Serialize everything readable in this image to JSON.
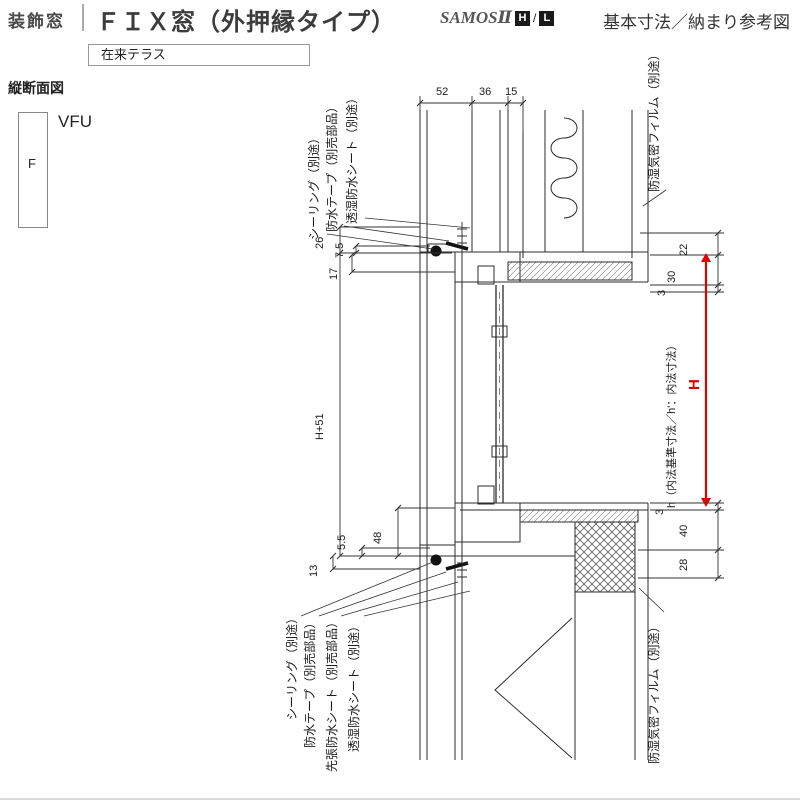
{
  "header": {
    "category": "装飾窓",
    "title": "ＦＩＸ窓（外押縁タイプ）",
    "series_name": "SAMOSⅡ",
    "series_grades": [
      "H",
      "L"
    ],
    "series_separator": "/",
    "right_note": "基本寸法／納まり参考図"
  },
  "frame_box": {
    "label": "在来テラス"
  },
  "side_panel": {
    "view_label": "縦断面図",
    "section_mark": "F",
    "model_code": "VFU"
  },
  "drawing": {
    "accent_color": "#dd0000",
    "top_dims": {
      "d52": "52",
      "d36": "36",
      "d15": "15"
    },
    "left_dims": {
      "d26": "26",
      "d7_5": "7.5",
      "d17": "17",
      "h_plus": "H+51",
      "d48": "48",
      "d5_5": "5.5",
      "d13": "13"
    },
    "right_dims": {
      "d22": "22",
      "d30": "30",
      "d3_top": "3",
      "d3_bottom": "3",
      "d40": "40",
      "d28": "28"
    },
    "height_label": "H",
    "inner_dim_note": "h（内法基準寸法／h'：内法寸法）",
    "callouts_top": {
      "sealing": "シーリング（別途）",
      "tape": "防水テープ（別売部品）",
      "sheet": "透湿防水シート（別途）",
      "film": "防湿気密フィルム（別途）"
    },
    "callouts_bottom": {
      "sealing": "シーリング（別途）",
      "tape": "防水テープ（別売部品）",
      "pre_sheet": "先張防水シート（別売部品）",
      "sheet": "透湿防水シート（別途）",
      "film": "防湿気密フィルム（別途）"
    }
  }
}
